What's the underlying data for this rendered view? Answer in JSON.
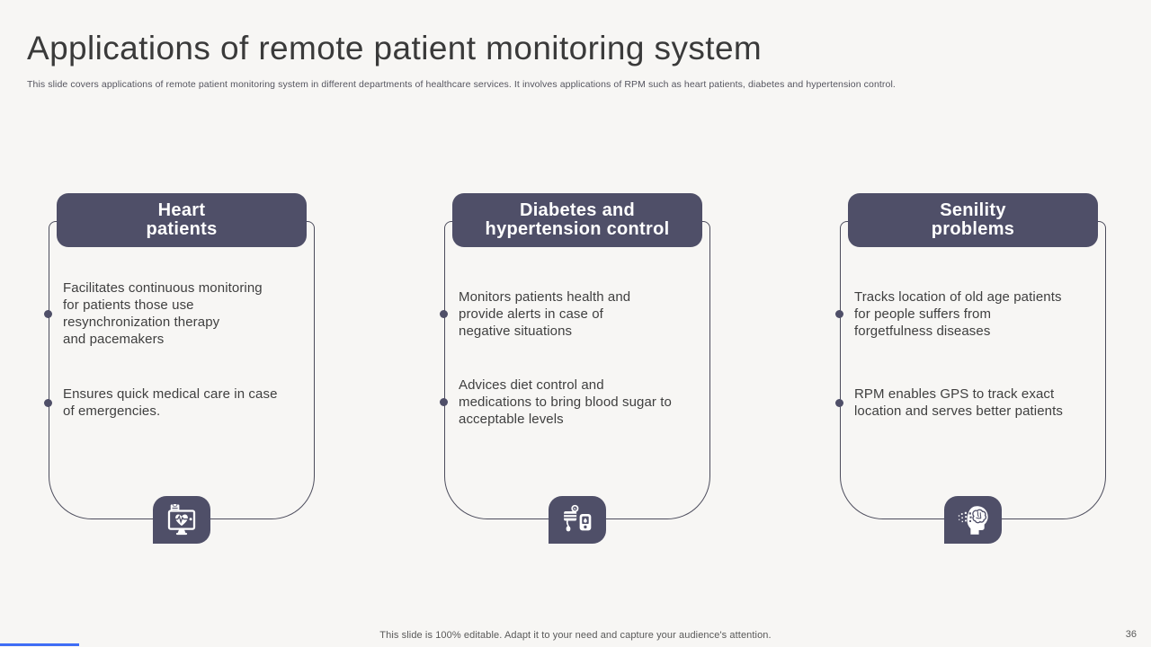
{
  "slide": {
    "title": "Applications of remote patient monitoring system",
    "subtitle": "This slide covers applications of remote patient monitoring system in different departments of healthcare services. It involves applications of RPM such as heart patients, diabetes and hypertension control.",
    "footer": "This slide is 100% editable. Adapt it to your need and capture your audience's attention.",
    "page_number": "36"
  },
  "colors": {
    "accent": "#4f4f68",
    "background": "#f7f6f4",
    "card_border": "#4c4c5c",
    "title_text": "#3a3a3a",
    "body_text": "#3f3f3f",
    "muted_text": "#595959",
    "bottom_bar": "#3e6df5"
  },
  "cards": [
    {
      "title": "Heart\npatients",
      "icon": "heart-monitor-icon",
      "bullets": [
        "Facilitates continuous monitoring\nfor patients those use\nresynchronization therapy\nand pacemakers",
        "Ensures quick medical care in case\nof emergencies."
      ]
    },
    {
      "title": "Diabetes and\nhypertension control",
      "icon": "blood-pressure-glucometer-icon",
      "bullets": [
        "Monitors patients health and\nprovide alerts in case of\nnegative situations",
        "Advices diet control and\nmedications to bring blood sugar to\nacceptable levels"
      ]
    },
    {
      "title": "Senility\nproblems",
      "icon": "memory-loss-icon",
      "bullets": [
        "Tracks location of old age patients\nfor people suffers from\nforgetfulness diseases",
        "RPM enables GPS to track exact\nlocation and serves better patients"
      ]
    }
  ]
}
